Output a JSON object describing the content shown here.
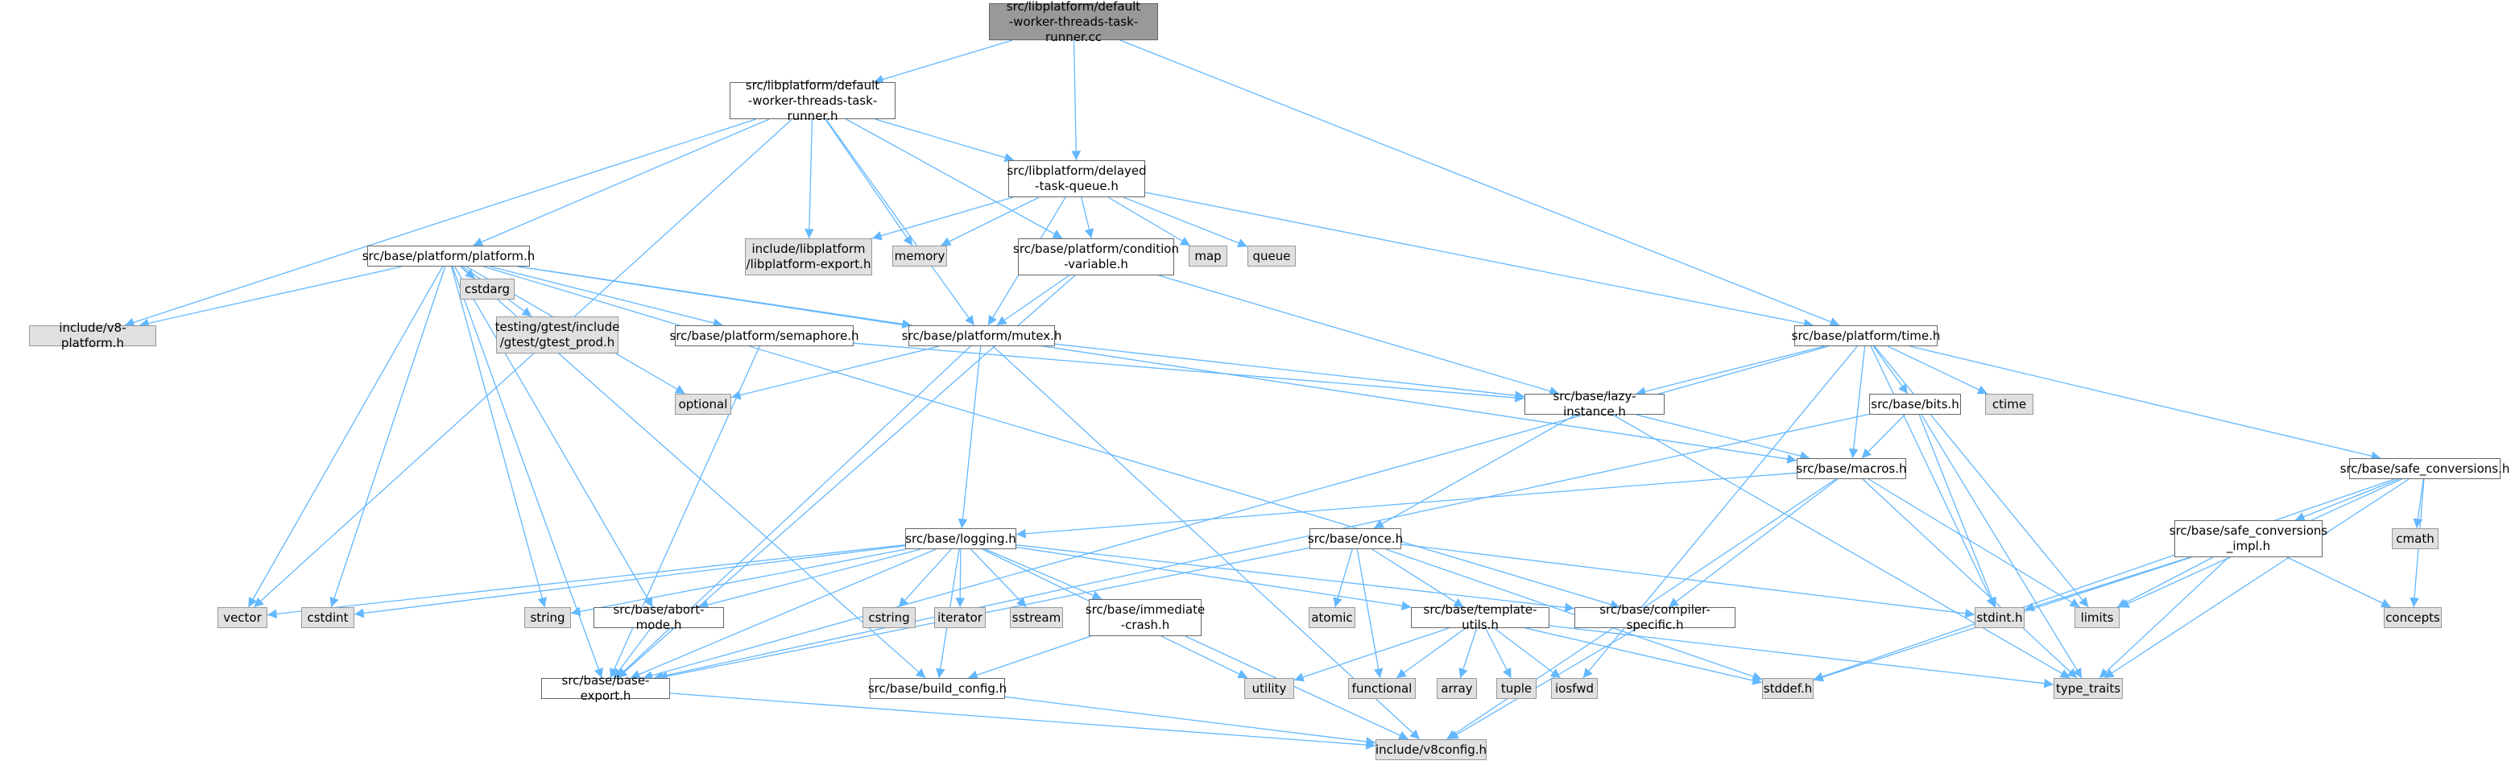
{
  "graph": {
    "nodes": {
      "root": {
        "label": "src/libplatform/default\n-worker-threads-task-runner.cc",
        "kind": "root"
      },
      "runner_h": {
        "label": "src/libplatform/default\n-worker-threads-task-runner.h",
        "kind": "local"
      },
      "delayed": {
        "label": "src/libplatform/delayed\n-task-queue.h",
        "kind": "local"
      },
      "libexport": {
        "label": "include/libplatform\n/libplatform-export.h",
        "kind": "ext"
      },
      "memory": {
        "label": "memory",
        "kind": "ext"
      },
      "condvar": {
        "label": "src/base/platform/condition\n-variable.h",
        "kind": "local"
      },
      "map": {
        "label": "map",
        "kind": "ext"
      },
      "queue": {
        "label": "queue",
        "kind": "ext"
      },
      "platform": {
        "label": "src/base/platform/platform.h",
        "kind": "local"
      },
      "v8platform": {
        "label": "include/v8-platform.h",
        "kind": "ext"
      },
      "cstdarg": {
        "label": "cstdarg",
        "kind": "ext"
      },
      "gtest": {
        "label": "testing/gtest/include\n/gtest/gtest_prod.h",
        "kind": "ext"
      },
      "semaphore": {
        "label": "src/base/platform/semaphore.h",
        "kind": "local"
      },
      "mutex": {
        "label": "src/base/platform/mutex.h",
        "kind": "local"
      },
      "time": {
        "label": "src/base/platform/time.h",
        "kind": "local"
      },
      "optional": {
        "label": "optional",
        "kind": "ext"
      },
      "lazy": {
        "label": "src/base/lazy-instance.h",
        "kind": "local"
      },
      "bits": {
        "label": "src/base/bits.h",
        "kind": "local"
      },
      "ctime": {
        "label": "ctime",
        "kind": "ext"
      },
      "safe": {
        "label": "src/base/safe_conversions.h",
        "kind": "local"
      },
      "macros": {
        "label": "src/base/macros.h",
        "kind": "local"
      },
      "logging": {
        "label": "src/base/logging.h",
        "kind": "local"
      },
      "once": {
        "label": "src/base/once.h",
        "kind": "local"
      },
      "safeimpl": {
        "label": "src/base/safe_conversions\n_impl.h",
        "kind": "local"
      },
      "cmath": {
        "label": "cmath",
        "kind": "ext"
      },
      "vector": {
        "label": "vector",
        "kind": "ext"
      },
      "cstdint": {
        "label": "cstdint",
        "kind": "ext"
      },
      "string": {
        "label": "string",
        "kind": "ext"
      },
      "abort": {
        "label": "src/base/abort-mode.h",
        "kind": "local"
      },
      "cstring": {
        "label": "cstring",
        "kind": "ext"
      },
      "iterator": {
        "label": "iterator",
        "kind": "ext"
      },
      "sstream": {
        "label": "sstream",
        "kind": "ext"
      },
      "crash": {
        "label": "src/base/immediate\n-crash.h",
        "kind": "local"
      },
      "atomic": {
        "label": "atomic",
        "kind": "ext"
      },
      "template": {
        "label": "src/base/template-utils.h",
        "kind": "local"
      },
      "compiler": {
        "label": "src/base/compiler-specific.h",
        "kind": "local"
      },
      "stdint": {
        "label": "stdint.h",
        "kind": "ext"
      },
      "limits": {
        "label": "limits",
        "kind": "ext"
      },
      "concepts": {
        "label": "concepts",
        "kind": "ext"
      },
      "baseexport": {
        "label": "src/base/base-export.h",
        "kind": "local"
      },
      "buildconfig": {
        "label": "src/base/build_config.h",
        "kind": "local"
      },
      "utility": {
        "label": "utility",
        "kind": "ext"
      },
      "functional": {
        "label": "functional",
        "kind": "ext"
      },
      "array": {
        "label": "array",
        "kind": "ext"
      },
      "tuple": {
        "label": "tuple",
        "kind": "ext"
      },
      "iosfwd": {
        "label": "iosfwd",
        "kind": "ext"
      },
      "stddef": {
        "label": "stddef.h",
        "kind": "ext"
      },
      "typetraits": {
        "label": "type_traits",
        "kind": "ext"
      },
      "v8config": {
        "label": "include/v8config.h",
        "kind": "ext"
      }
    },
    "edges": [
      [
        "root",
        "runner_h"
      ],
      [
        "root",
        "delayed"
      ],
      [
        "root",
        "time"
      ],
      [
        "runner_h",
        "delayed"
      ],
      [
        "runner_h",
        "libexport"
      ],
      [
        "runner_h",
        "memory"
      ],
      [
        "runner_h",
        "condvar"
      ],
      [
        "runner_h",
        "platform"
      ],
      [
        "runner_h",
        "v8platform"
      ],
      [
        "runner_h",
        "mutex"
      ],
      [
        "runner_h",
        "vector"
      ],
      [
        "delayed",
        "libexport"
      ],
      [
        "delayed",
        "memory"
      ],
      [
        "delayed",
        "condvar"
      ],
      [
        "delayed",
        "map"
      ],
      [
        "delayed",
        "queue"
      ],
      [
        "delayed",
        "mutex"
      ],
      [
        "delayed",
        "time"
      ],
      [
        "condvar",
        "mutex"
      ],
      [
        "condvar",
        "lazy"
      ],
      [
        "condvar",
        "baseexport"
      ],
      [
        "platform",
        "v8platform"
      ],
      [
        "platform",
        "cstdarg"
      ],
      [
        "platform",
        "gtest"
      ],
      [
        "platform",
        "semaphore"
      ],
      [
        "platform",
        "mutex"
      ],
      [
        "platform",
        "optional"
      ],
      [
        "platform",
        "macros"
      ],
      [
        "platform",
        "abort"
      ],
      [
        "platform",
        "baseexport"
      ],
      [
        "platform",
        "buildconfig"
      ],
      [
        "platform",
        "vector"
      ],
      [
        "platform",
        "cstdint"
      ],
      [
        "platform",
        "string"
      ],
      [
        "platform",
        "compiler"
      ],
      [
        "semaphore",
        "lazy"
      ],
      [
        "semaphore",
        "baseexport"
      ],
      [
        "mutex",
        "optional"
      ],
      [
        "mutex",
        "lazy"
      ],
      [
        "mutex",
        "logging"
      ],
      [
        "mutex",
        "baseexport"
      ],
      [
        "mutex",
        "v8config"
      ],
      [
        "time",
        "lazy"
      ],
      [
        "time",
        "bits"
      ],
      [
        "time",
        "ctime"
      ],
      [
        "time",
        "safe"
      ],
      [
        "time",
        "macros"
      ],
      [
        "time",
        "stdint"
      ],
      [
        "time",
        "limits"
      ],
      [
        "time",
        "iosfwd"
      ],
      [
        "time",
        "baseexport"
      ],
      [
        "lazy",
        "macros"
      ],
      [
        "lazy",
        "once"
      ],
      [
        "lazy",
        "typetraits"
      ],
      [
        "bits",
        "macros"
      ],
      [
        "bits",
        "stdint"
      ],
      [
        "bits",
        "typetraits"
      ],
      [
        "bits",
        "baseexport"
      ],
      [
        "safe",
        "safeimpl"
      ],
      [
        "safe",
        "cmath"
      ],
      [
        "safe",
        "concepts"
      ],
      [
        "safe",
        "limits"
      ],
      [
        "safe",
        "typetraits"
      ],
      [
        "safe",
        "stddef"
      ],
      [
        "macros",
        "logging"
      ],
      [
        "macros",
        "compiler"
      ],
      [
        "macros",
        "limits"
      ],
      [
        "macros",
        "typetraits"
      ],
      [
        "macros",
        "v8config"
      ],
      [
        "logging",
        "vector"
      ],
      [
        "logging",
        "cstdint"
      ],
      [
        "logging",
        "string"
      ],
      [
        "logging",
        "abort"
      ],
      [
        "logging",
        "cstring"
      ],
      [
        "logging",
        "iterator"
      ],
      [
        "logging",
        "sstream"
      ],
      [
        "logging",
        "crash"
      ],
      [
        "logging",
        "template"
      ],
      [
        "logging",
        "compiler"
      ],
      [
        "logging",
        "baseexport"
      ],
      [
        "logging",
        "buildconfig"
      ],
      [
        "logging",
        "utility"
      ],
      [
        "once",
        "atomic"
      ],
      [
        "once",
        "functional"
      ],
      [
        "once",
        "template"
      ],
      [
        "once",
        "stdint"
      ],
      [
        "once",
        "stddef"
      ],
      [
        "once",
        "baseexport"
      ],
      [
        "safeimpl",
        "stdint"
      ],
      [
        "safeimpl",
        "limits"
      ],
      [
        "safeimpl",
        "concepts"
      ],
      [
        "safeimpl",
        "typetraits"
      ],
      [
        "safeimpl",
        "stddef"
      ],
      [
        "abort",
        "baseexport"
      ],
      [
        "crash",
        "buildconfig"
      ],
      [
        "crash",
        "v8config"
      ],
      [
        "template",
        "utility"
      ],
      [
        "template",
        "functional"
      ],
      [
        "template",
        "array"
      ],
      [
        "template",
        "tuple"
      ],
      [
        "template",
        "iosfwd"
      ],
      [
        "template",
        "stddef"
      ],
      [
        "template",
        "typetraits"
      ],
      [
        "compiler",
        "v8config"
      ],
      [
        "baseexport",
        "v8config"
      ],
      [
        "buildconfig",
        "v8config"
      ]
    ]
  },
  "colors": {
    "edge": "#63b8ff",
    "root_fill": "#999999",
    "local_fill": "#ffffff",
    "ext_fill": "#e0e0e0"
  }
}
